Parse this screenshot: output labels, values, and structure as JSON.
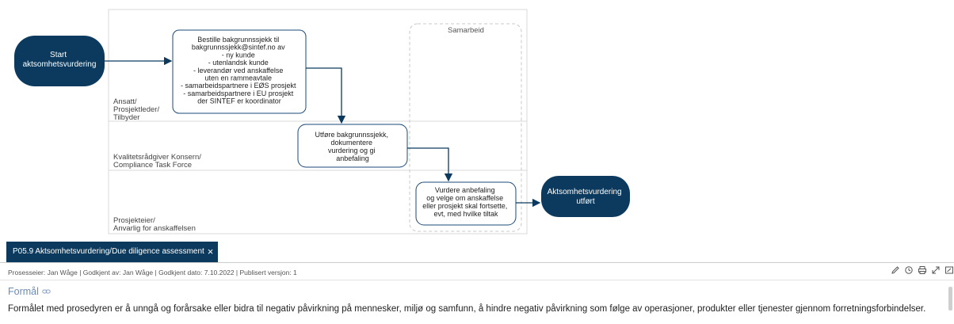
{
  "diagram": {
    "start_label": [
      "Start",
      "aktsomhetsvurdering"
    ],
    "end_label": [
      "Aktsomhetsvurdering",
      "utført"
    ],
    "collab_label": "Samarbeid",
    "lanes": [
      {
        "label": [
          "Ansatt/",
          "Prosjektleder/",
          "Tilbyder"
        ]
      },
      {
        "label": [
          "Kvalitetsrådgiver Konsern/",
          "Compliance Task Force"
        ]
      },
      {
        "label": [
          "Prosjekteier/",
          "Anvarlig for anskaffelsen"
        ]
      }
    ],
    "task1": [
      "Bestille bakgrunnssjekk til",
      "bakgrunnssjekk@sintef.no av",
      "- ny kunde",
      "- utenlandsk kunde",
      "- leverandør ved anskaffelse",
      "uten en rammeavtale",
      "- samarbeidspartnere i EØS prosjekt",
      "- samarbeidspartnere i EU prosjekt",
      "der SINTEF er koordinator"
    ],
    "task2": [
      "Utføre bakgrunnssjekk,",
      "dokumentere",
      "vurdering og gi",
      "anbefaling"
    ],
    "task3": [
      "Vurdere anbefaling",
      "og velge om anskaffelse",
      "eller prosjekt skal fortsette,",
      "evt, med hvilke tiltak"
    ]
  },
  "tab": {
    "label": "P05.9 Aktsomhetsvurdering/Due diligence assessment",
    "close": "×"
  },
  "meta": {
    "text": "Prosesseier: Jan Wåge | Godkjent av: Jan Wåge | Godkjent dato: 7.10.2022 | Publisert versjon: 1"
  },
  "toolbar": [
    "pencil-icon",
    "history-icon",
    "print-icon",
    "expand-icon",
    "share-icon"
  ],
  "section": {
    "title": "Formål",
    "text": "Formålet med prosedyren er å unngå og forårsake eller bidra til negativ påvirkning på mennesker, miljø og samfunn, å hindre negativ påvirkning som følge av operasjoner, produkter eller tjenester gjennom forretningsforbindelser."
  },
  "colors": {
    "primary": "#0b3a5e",
    "lane_border": "#d8d8d8",
    "text": "#222222"
  }
}
